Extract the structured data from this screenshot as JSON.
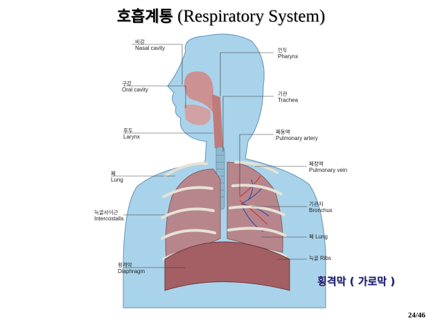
{
  "slide": {
    "title_ko": "호흡계통",
    "title_en": "(Respiratory System)",
    "note": "횡격막 ( 가로막 )",
    "page": "24/46"
  },
  "labels": {
    "nasal_cavity": {
      "ko": "비강",
      "en": "Nasal cavity"
    },
    "oral_cavity": {
      "ko": "구강",
      "en": "Oral cavity"
    },
    "larynx": {
      "ko": "후두",
      "en": "Larynx"
    },
    "lung": {
      "ko": "폐",
      "en": "Lung"
    },
    "intercostalis": {
      "ko": "늑골사이근",
      "en": "Intercostalis"
    },
    "diaphragm": {
      "ko": "횡격막",
      "en": "Diaphragm"
    },
    "pharynx": {
      "ko": "인두",
      "en": "Pharynx"
    },
    "trachea": {
      "ko": "기관",
      "en": "Trachea"
    },
    "pulmonary_artery": {
      "ko": "폐동맥",
      "en": "Pulmonary artery"
    },
    "pulmonary_vein": {
      "ko": "폐정맥",
      "en": "Pulmonary vein"
    },
    "bronchus": {
      "ko": "기관지",
      "en": "Bronchus"
    },
    "lung_right": {
      "ko": "폐",
      "en": "Lung"
    },
    "ribs": {
      "ko": "늑골",
      "en": "Ribs"
    }
  },
  "colors": {
    "body": "#a9d3ea",
    "body_outline": "#6f9fc0",
    "lung": "#b7868c",
    "airway": "#cf8a8a",
    "trachea": "#8fb9cf",
    "rib": "#e6e2d6",
    "diaphragm": "#a35f64",
    "note_text": "#1a1a6e"
  }
}
